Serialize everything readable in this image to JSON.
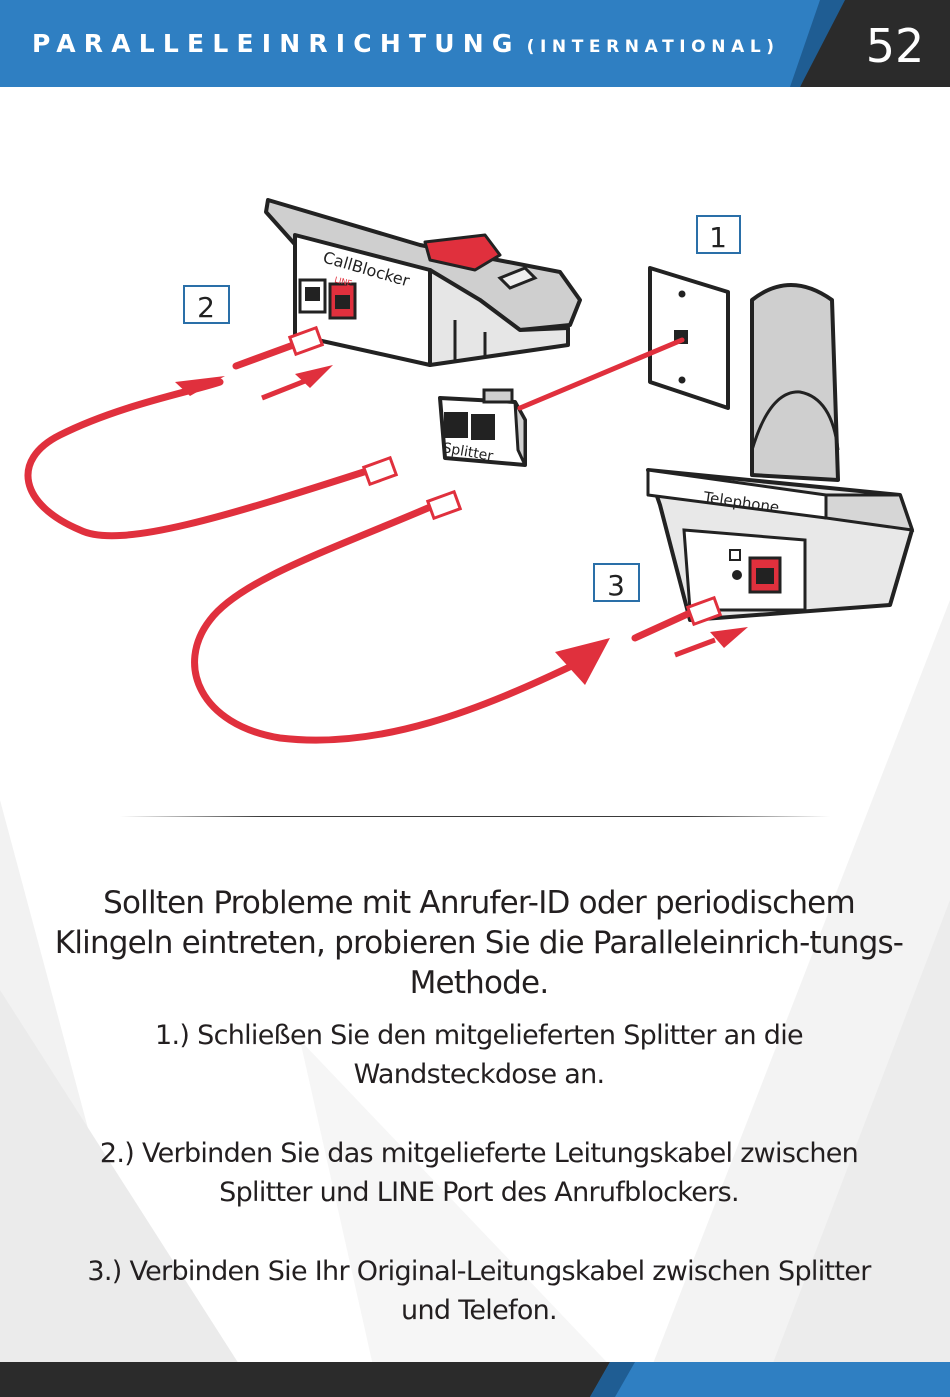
{
  "header": {
    "title": "PARALLELEINRICHTUNG",
    "subtitle": "(INTERNATIONAL)",
    "page_number": "52"
  },
  "diagram": {
    "device_label": "CallBlocker",
    "port_label": "LINE",
    "splitter_label": "Splitter",
    "telephone_label": "Telephone",
    "step_markers": [
      "1",
      "2",
      "3"
    ]
  },
  "intro": "Sollten Probleme mit Anrufer-ID oder periodischem Klingeln eintreten, probieren Sie die Paralleleinrich-tungs-Methode.",
  "steps": [
    "1.) Schließen Sie den mitgelieferten Splitter an die Wandsteckdose an.",
    "2.) Verbinden Sie das mitgelieferte Leitungskabel zwischen Splitter und LINE Port des Anrufblockers.",
    "3.) Verbinden Sie Ihr Original-Leitungskabel zwischen Splitter und Telefon."
  ],
  "colors": {
    "header_blue": "#2f7fc2",
    "dark": "#2b2b2b",
    "cable_red": "#e0303d",
    "marker_blue": "#2a6fa8"
  }
}
